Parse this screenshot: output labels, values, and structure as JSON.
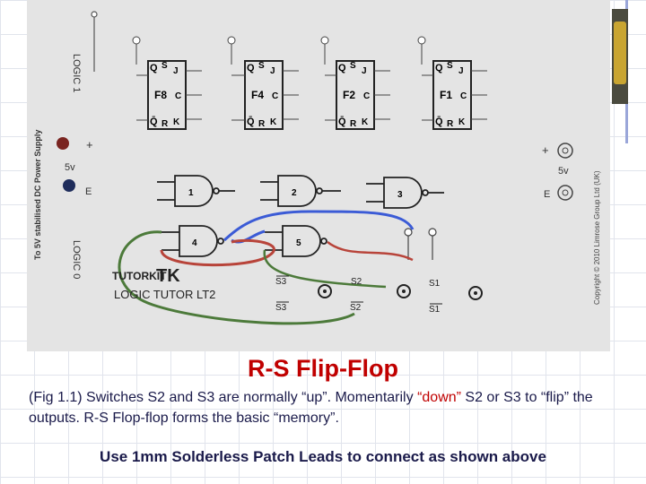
{
  "board": {
    "side_left_top": "LOGIC 1",
    "side_left_bottom": "LOGIC 0",
    "supply_label": "To 5V stabilised DC Power Supply",
    "copyright": "Copyright © 2010 Limrose Group Ltd (UK)",
    "plus": "+",
    "volts": "5v",
    "earth": "E",
    "brand": "TUTORKIT",
    "brand_mark": "TK",
    "product": "LOGIC TUTOR LT2",
    "flipflops": [
      {
        "name": "F8",
        "q": "Q",
        "s": "S",
        "j": "J",
        "c": "C",
        "qbar": "Q̄",
        "r": "R",
        "k": "K"
      },
      {
        "name": "F4",
        "q": "Q",
        "s": "S",
        "j": "J",
        "c": "C",
        "qbar": "Q̄",
        "r": "R",
        "k": "K"
      },
      {
        "name": "F2",
        "q": "Q",
        "s": "S",
        "j": "J",
        "c": "C",
        "qbar": "Q̄",
        "r": "R",
        "k": "K"
      },
      {
        "name": "F1",
        "q": "Q",
        "s": "S",
        "j": "J",
        "c": "C",
        "qbar": "Q̄",
        "r": "R",
        "k": "K"
      }
    ],
    "gates": [
      "1",
      "2",
      "3",
      "4",
      "5"
    ],
    "switches": [
      {
        "top": "S3",
        "bottom": "S3"
      },
      {
        "top": "S2",
        "bottom": "S2"
      },
      {
        "top": "S1",
        "bottom": "S1"
      }
    ],
    "colors": {
      "lead_blue": "#3b5bd6",
      "lead_red": "#b8443a",
      "lead_green": "#4c7a3a",
      "board": "#e4e4e4"
    }
  },
  "title": "R-S Flip-Flop",
  "caption": {
    "part1": "(Fig 1.1) Switches S2 and S3 are normally “up”. Momentarily ",
    "highlight": "“down”",
    "part2": " S2 or S3 to “flip” the outputs. R-S Flop-flop forms the basic “memory”."
  },
  "footer": "Use 1mm Solderless Patch Leads to connect as shown above"
}
